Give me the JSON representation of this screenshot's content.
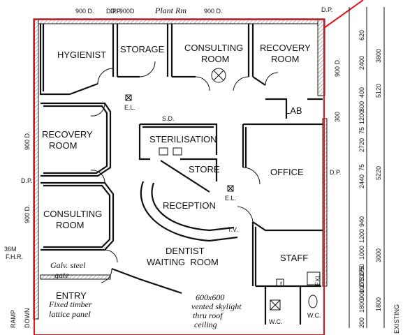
{
  "title": "",
  "labels": {
    "hygienist": "HYGIENIST",
    "storage": "STORAGE",
    "consulting_top_1": "CONSULTING",
    "consulting_top_2": "ROOM",
    "recovery_top_1": "RECOVERY",
    "recovery_top_2": "ROOM",
    "recovery_left_1": "RECOVERY",
    "recovery_left_2": "ROOM",
    "sterilisation": "STERILISATION",
    "store": "STORE",
    "lab": "LAB",
    "office": "OFFICE",
    "reception": "RECEPTION",
    "consulting_left_1": "CONSULTING",
    "consulting_left_2": "ROOM",
    "dentist_1": "DENTIST",
    "dentist_2": "WAITING  ROOM",
    "staff": "STAFF",
    "entry": "ENTRY",
    "wc_1": "W.C.",
    "wc_2": "W.C."
  },
  "annotations": {
    "el_1": "E.L.",
    "el_2": "E.L.",
    "sd": "S.D.",
    "tv": "T.V.",
    "dp_top": "D.P.",
    "dp_left": "D.P.",
    "dp_right": "D.P.",
    "dp_corner": "D.P.",
    "plant_rm": "Plant Rm",
    "fhr_1": "36M",
    "fhr_2": "F.H.R.",
    "galv_1": "Galv. steel",
    "galv_2": "gate",
    "timber_1": "Fixed timber",
    "timber_2": "lattice panel",
    "skylight_1": "600x600",
    "skylight_2": "vented skylight",
    "skylight_3": "thru roof",
    "skylight_4": "ceiling",
    "ramp": "RAMP",
    "down": "DOWN",
    "exl": "EXL",
    "f": "f",
    "existing": "EXISTING"
  },
  "dimensions": {
    "top_1": "900 D.",
    "top_2": "D.P. 900D",
    "top_3": "900 D.",
    "left_1": "900 D.",
    "left_2": "900 D.",
    "right_1": "900 D.",
    "right_2": "300",
    "col_a": [
      "620",
      "2400",
      "400",
      "800",
      "1200",
      "75",
      "2720",
      "75",
      "2440",
      "940",
      "1200",
      "1000",
      "50",
      "275",
      "100",
      "275",
      "100",
      "900",
      "1800",
      "200"
    ],
    "col_b": [
      "3800",
      "5120",
      "5220",
      "3000",
      "1800"
    ]
  },
  "colors": {
    "outline": "#e0141b",
    "ink": "#111111"
  }
}
